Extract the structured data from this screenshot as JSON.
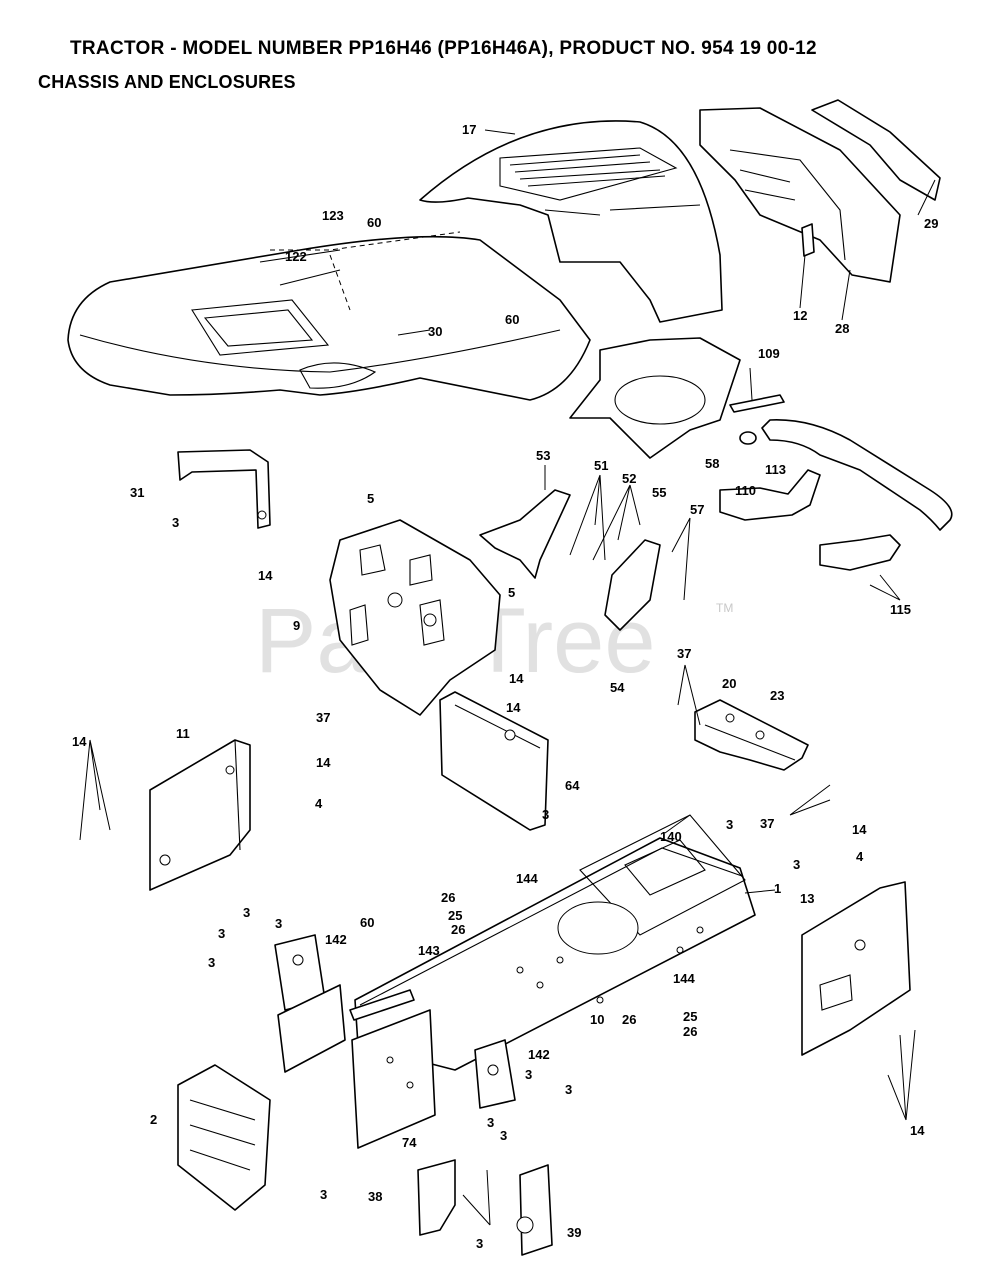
{
  "title": "TRACTOR - MODEL NUMBER PP16H46 (PP16H46A), PRODUCT NO. 954 19 00-12",
  "subtitle": "CHASSIS AND ENCLOSURES",
  "watermark": "PartsTree",
  "trademark": "TM",
  "labels": {
    "l17": "17",
    "l29": "29",
    "l12": "12",
    "l28": "28",
    "l123": "123",
    "l122": "122",
    "l60a": "60",
    "l60b": "60",
    "l30": "30",
    "l109": "109",
    "l58": "58",
    "l113": "113",
    "l110": "110",
    "l31": "31",
    "l3a": "3",
    "l53": "53",
    "l51": "51",
    "l52": "52",
    "l55": "55",
    "l57": "57",
    "l5a": "5",
    "l5b": "5",
    "l14a": "14",
    "l9": "9",
    "l115": "115",
    "l54": "54",
    "l14b": "14",
    "l37a": "37",
    "l37b": "37",
    "l20": "20",
    "l23": "23",
    "l14c": "14",
    "l11": "11",
    "l14d": "14",
    "l14e": "14",
    "l4a": "4",
    "l64": "64",
    "l37c": "37",
    "l140": "140",
    "l3b": "3",
    "l3c": "3",
    "l14f": "14",
    "l4b": "4",
    "l3d": "3",
    "l144a": "144",
    "l1": "1",
    "l13": "13",
    "l26a": "26",
    "l25a": "25",
    "l26b": "26",
    "l3e": "3",
    "l3f": "3",
    "l3g": "3",
    "l3h": "3",
    "l60c": "60",
    "l142a": "142",
    "l143": "143",
    "l144b": "144",
    "l10": "10",
    "l26c": "26",
    "l25b": "25",
    "l26d": "26",
    "l142b": "142",
    "l3i": "3",
    "l3j": "3",
    "l3k": "3",
    "l3l": "3",
    "l2": "2",
    "l74": "74",
    "l14g": "14",
    "l3m": "3",
    "l38": "38",
    "l39": "39",
    "l3n": "3"
  }
}
